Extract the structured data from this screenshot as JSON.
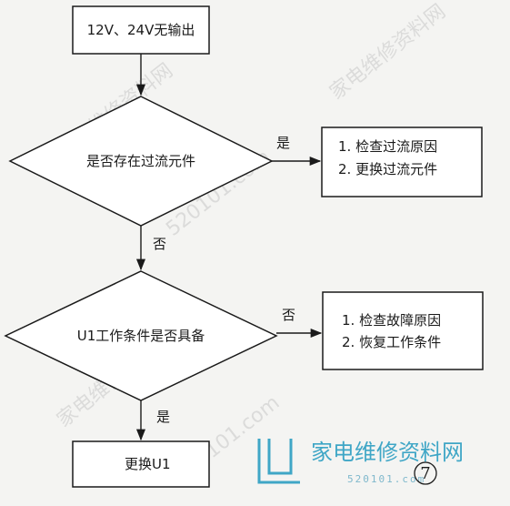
{
  "nodes": {
    "start": {
      "text": "12V、24V无输出"
    },
    "decision1": {
      "text": "是否存在过流元件"
    },
    "action1": {
      "line1": "1. 检查过流原因",
      "line2": "2. 更换过流元件"
    },
    "decision2": {
      "text": "U1工作条件是否具备"
    },
    "action2": {
      "line1": "1. 检查故障原因",
      "line2": "2. 恢复工作条件"
    },
    "end": {
      "text": "更换U1"
    }
  },
  "edges": {
    "d1_yes": "是",
    "d1_no": "否",
    "d2_no": "否",
    "d2_yes": "是"
  },
  "watermark": {
    "site_name": "家电维修资料网",
    "url": "520101.com"
  },
  "logo": {
    "text": "家电维修资料网",
    "url": "520101.com"
  },
  "figure_number": "7",
  "colors": {
    "stroke": "#1a1a1a",
    "background": "#f4f4f2",
    "logo": "#3fa6c6"
  }
}
